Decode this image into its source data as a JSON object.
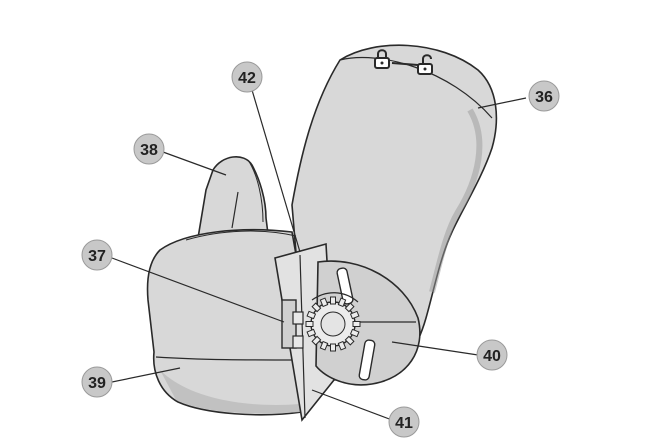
{
  "colors": {
    "body_fill": "#d8d8d8",
    "body_shade": "#bcbcbc",
    "outline": "#2a2a2a",
    "callout_fill": "#c8c8c8",
    "callout_stroke": "#9a9a9a",
    "text": "#222222",
    "background": "#ffffff"
  },
  "symbols": {
    "lock_closed": "lock-closed-icon",
    "lock_open": "lock-open-icon"
  },
  "callouts": [
    {
      "id": "callout-36",
      "label": "36"
    },
    {
      "id": "callout-37",
      "label": "37"
    },
    {
      "id": "callout-38",
      "label": "38"
    },
    {
      "id": "callout-39",
      "label": "39"
    },
    {
      "id": "callout-40",
      "label": "40"
    },
    {
      "id": "callout-41",
      "label": "41"
    },
    {
      "id": "callout-42",
      "label": "42"
    }
  ]
}
